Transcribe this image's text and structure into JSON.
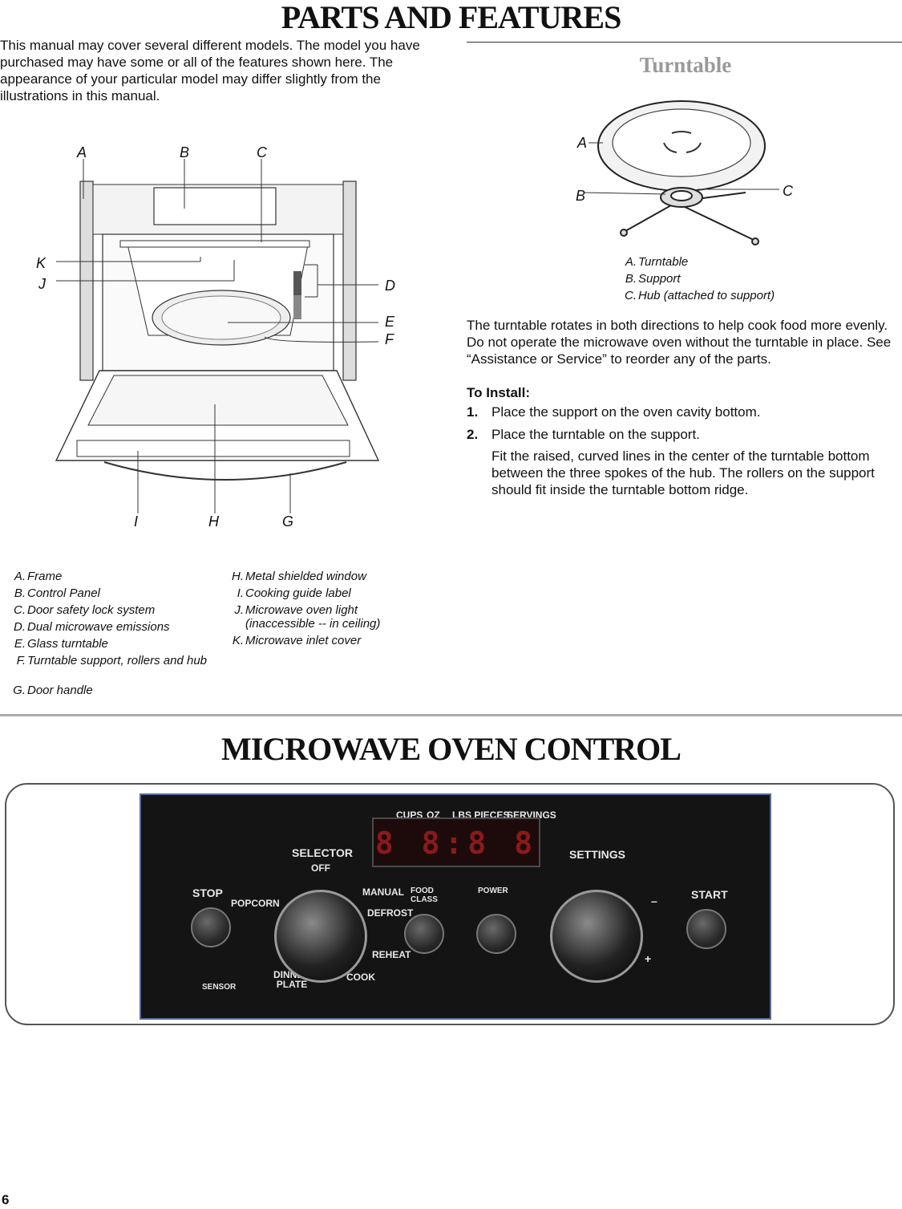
{
  "titles": {
    "parts": "PARTS AND FEATURES",
    "control": "MICROWAVE OVEN CONTROL",
    "turntable": "Turntable"
  },
  "intro": "This manual may cover several different models. The model you have purchased may have some or all of the features shown here. The appearance of your particular model may differ slightly from the illustrations in this manual.",
  "oven_labels": {
    "A": "A",
    "B": "B",
    "C": "C",
    "D": "D",
    "E": "E",
    "F": "F",
    "G": "G",
    "H": "H",
    "I": "I",
    "J": "J",
    "K": "K"
  },
  "oven_legend": [
    {
      "key": "A.",
      "text": "Frame"
    },
    {
      "key": "B.",
      "text": "Control Panel"
    },
    {
      "key": "C.",
      "text": "Door safety lock system"
    },
    {
      "key": "D.",
      "text": "Dual microwave emissions"
    },
    {
      "key": "E.",
      "text": "Glass turntable"
    },
    {
      "key": "F.",
      "text": "Turntable support, rollers and hub"
    },
    {
      "key": "G.",
      "text": "Door handle"
    },
    {
      "key": "H.",
      "text": "Metal shielded window"
    },
    {
      "key": "I.",
      "text": "Cooking guide label"
    },
    {
      "key": "J.",
      "text": "Microwave oven light (inaccessible -- in ceiling)"
    },
    {
      "key": "K.",
      "text": "Microwave inlet cover"
    }
  ],
  "turntable_labels": {
    "A": "A",
    "B": "B",
    "C": "C"
  },
  "turntable_legend": [
    {
      "key": "A.",
      "text": "Turntable"
    },
    {
      "key": "B.",
      "text": "Support"
    },
    {
      "key": "C.",
      "text": "Hub (attached to support)"
    }
  ],
  "turntable_paragraph": "The turntable rotates in both directions to help cook food more evenly. Do not operate the microwave oven without the turntable in place. See “Assistance or Service” to reorder any of the parts.",
  "install": {
    "heading": "To Install:",
    "steps": [
      {
        "num": "1.",
        "text": "Place the support on the oven cavity bottom."
      },
      {
        "num": "2.",
        "text": "Place the turntable on the support."
      }
    ],
    "note": "Fit the raised, curved lines in the center of the turntable bottom between the three spokes of the hub. The rollers on the support should fit inside the turntable bottom ridge."
  },
  "control_panel": {
    "display_top": [
      "CUPS",
      "OZ",
      "LBS PIECES",
      "SERVINGS"
    ],
    "display_digits": "8 8:8 8",
    "selector": "SELECTOR",
    "off": "OFF",
    "settings": "SETTINGS",
    "stop": "STOP",
    "start": "START",
    "popcorn": "POPCORN",
    "manual": "MANUAL",
    "defrost": "DEFROST",
    "reheat": "REHEAT",
    "cook": "COOK",
    "dinner_plate": "DINNER PLATE",
    "sensor": "SENSOR",
    "food_class": "FOOD CLASS",
    "power": "POWER",
    "minus": "–",
    "plus": "+"
  },
  "page_number": "6"
}
